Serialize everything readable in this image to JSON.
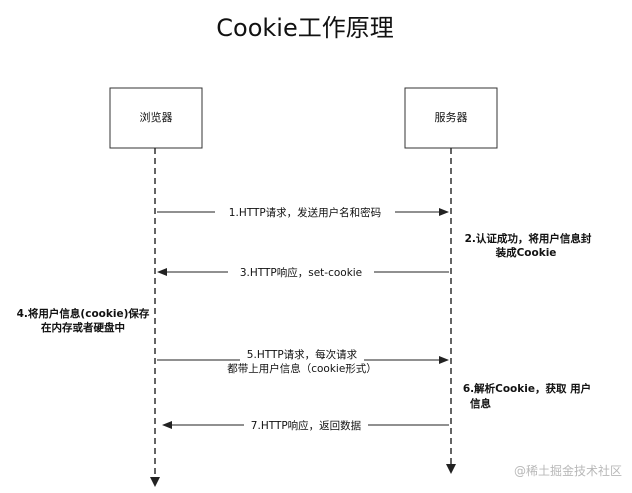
{
  "title": "Cookie工作原理",
  "participants": {
    "client": "浏览器",
    "server": "服务器"
  },
  "messages": [
    {
      "lines": [
        "1.HTTP请求，发送用户名和密码"
      ],
      "direction": "to-server"
    },
    {
      "lines": [
        "3.HTTP响应，set-cookie"
      ],
      "direction": "to-client"
    },
    {
      "lines": [
        "5.HTTP请求，每次请求",
        "都带上用户信息（cookie形式）"
      ],
      "direction": "to-server"
    },
    {
      "lines": [
        "7.HTTP响应，返回数据"
      ],
      "direction": "to-client"
    }
  ],
  "notes": {
    "server_2": [
      "2.认证成功，将用户信息封",
      "装成Cookie"
    ],
    "client_4": [
      "4.将用户信息(cookie)保存",
      "在内存或者硬盘中"
    ],
    "server_6": [
      "6.解析Cookie，获取 用户",
      "信息"
    ]
  },
  "watermark": "@稀土掘金技术社区"
}
